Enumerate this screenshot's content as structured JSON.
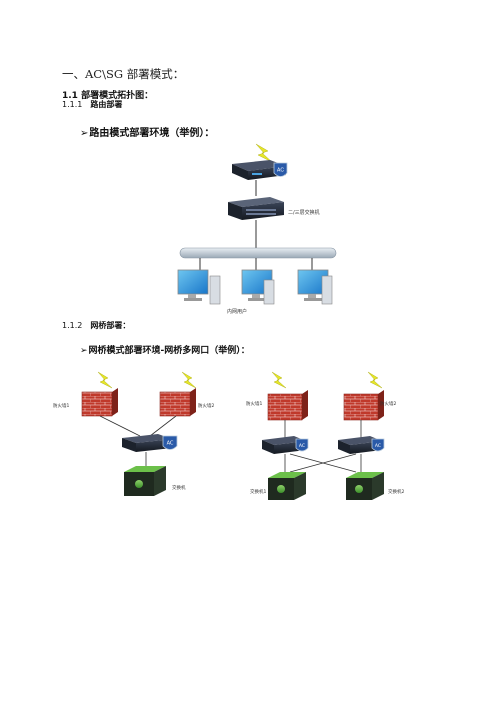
{
  "section_title": "一、AC\\SG 部署模式：",
  "subsection_title": "1.1 部署模式拓扑图：",
  "route": {
    "number": "1.1.1",
    "title": "路由部署",
    "bullet": "➢",
    "caption": "路由模式部署环境（举例）：",
    "switch_label": "二/三层交换机",
    "users_label": "内网用户",
    "ac_badge": "AC"
  },
  "bridge": {
    "number": "1.1.2",
    "title": "网桥部署：",
    "bullet": "➢",
    "caption": "网桥模式部署环境-网桥多网口（举例）：",
    "left": {
      "fw1_label": "防火墙1",
      "fw2_label": "防火墙2",
      "switch_label": "交换机",
      "ac_badge": "AC"
    },
    "right": {
      "fw1_label": "防火墙1",
      "fw2_label": "防火墙2",
      "switch1_label": "交换机1",
      "switch2_label": "交换机2",
      "ac_badge": "AC"
    }
  },
  "colors": {
    "brick": "#c0392b",
    "lightning": "#e6e62a",
    "shield": "#2a5aa8",
    "switch_green": "#4caf50",
    "ac_device": "#222a3a"
  }
}
